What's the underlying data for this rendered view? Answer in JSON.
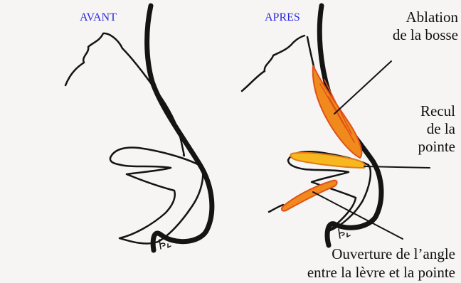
{
  "panels": {
    "before": {
      "title": "AVANT"
    },
    "after": {
      "title": "APRES"
    }
  },
  "annotations": {
    "hump": {
      "line1": "Ablation",
      "line2": "de la bosse"
    },
    "tip": {
      "line1": "Recul",
      "line2": "de la",
      "line3": "pointe"
    },
    "angle": {
      "line1": "Ouverture de l’angle",
      "line2": "entre la lèvre et la pointe"
    }
  },
  "colors": {
    "ink": "#141414",
    "graft_orange": "#f08a1c",
    "graft_yellow": "#f7b81f",
    "graft_red": "#e0501a",
    "title_blue": "#2a2ae0"
  }
}
